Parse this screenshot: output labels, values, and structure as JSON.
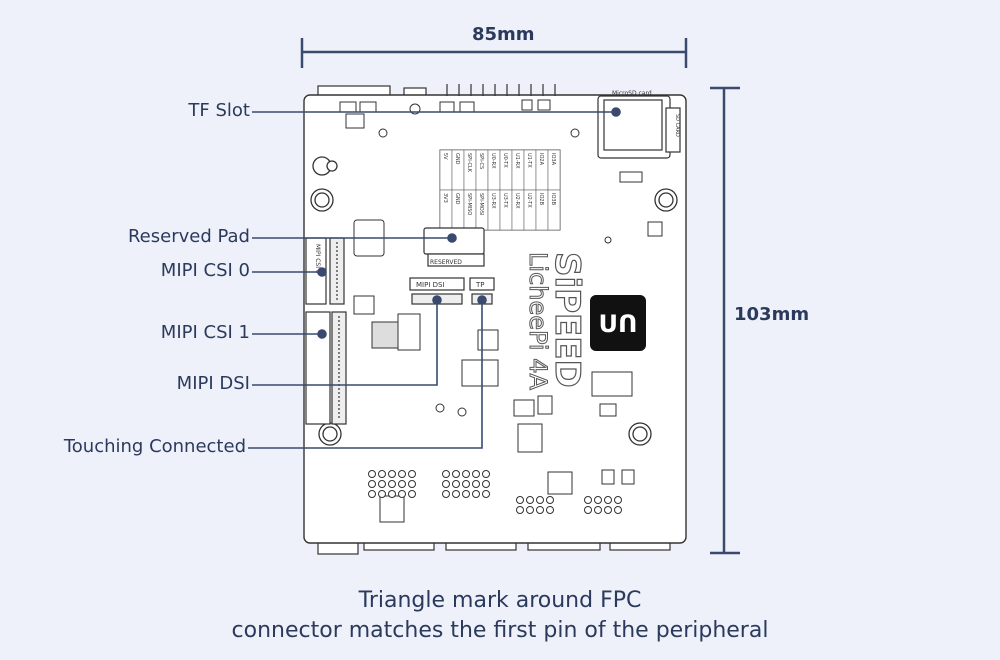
{
  "dimensions": {
    "width": "85mm",
    "height": "103mm"
  },
  "callouts": {
    "tf_slot": "TF Slot",
    "reserved_pad": "Reserved Pad",
    "mipi_csi_0": "MIPI CSI 0",
    "mipi_csi_1": "MIPI CSI 1",
    "mipi_dsi": "MIPI DSI",
    "touching_connected": "Touching Connected"
  },
  "board": {
    "brand": "SiPEED",
    "model": "LicheePi 4A",
    "logo_mark": "ᑌᑎ",
    "silk_mipi_dsi": "MIPI DSI",
    "silk_tp": "TP",
    "silk_reserved": "RESERVED",
    "silk_csi0": "MIPI CSI 0",
    "silk_microsd": "MicroSD card",
    "silk_sdcard": "SD CARD",
    "header_rows": [
      [
        "5V",
        "GND",
        "SPI-CLK",
        "SPI-CS",
        "U0-RX",
        "U0-TX",
        "U1-RX",
        "U1-TX",
        "IO2A",
        "IO3A"
      ],
      [
        "3V3",
        "GND",
        "SPI-MISO",
        "SPI-MOSI",
        "U3-RX",
        "U3-TX",
        "U2-RX",
        "U2-TX",
        "IO2B",
        "IO3B"
      ]
    ]
  },
  "caption": {
    "line1": "Triangle mark around FPC",
    "line2": "connector matches the first pin of the peripheral"
  },
  "colors": {
    "background": "#eef1fa",
    "line": "#3a4a6e",
    "board_fill": "#ffffff",
    "board_stroke": "#333333",
    "text": "#2b3a5c"
  }
}
